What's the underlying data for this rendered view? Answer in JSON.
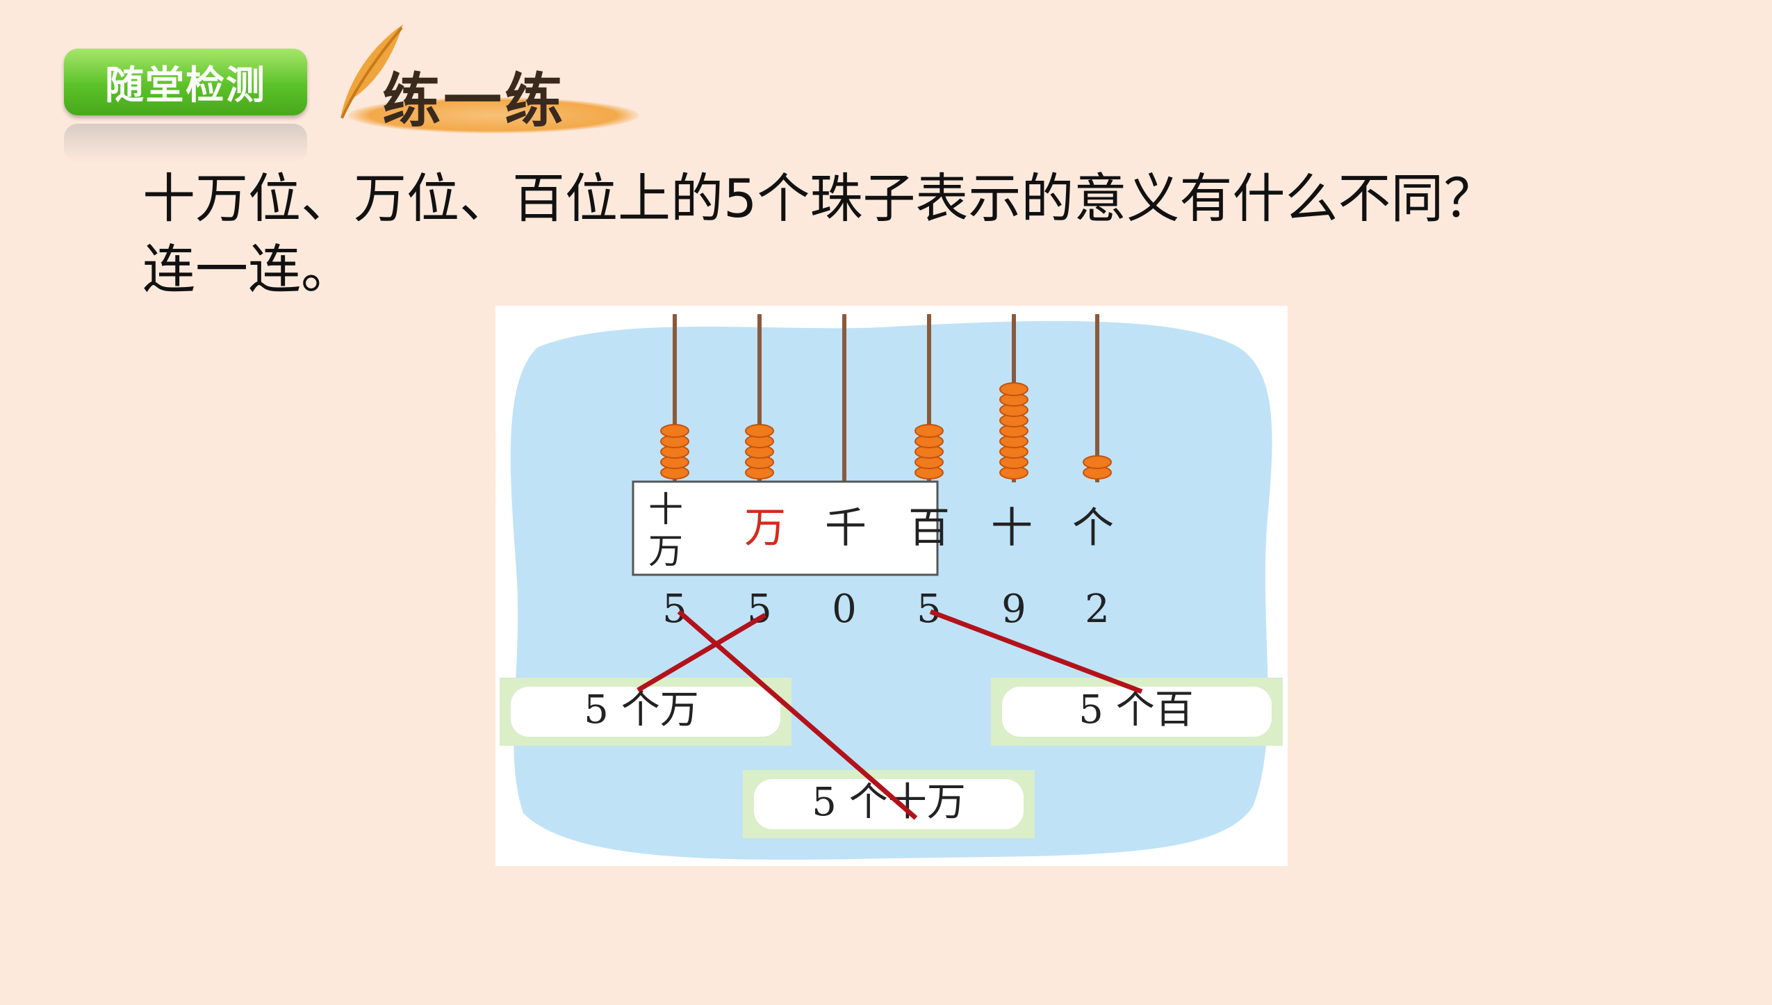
{
  "header": {
    "badge": "随堂检测",
    "title": "练一练"
  },
  "question": {
    "line1": "十万位、万位、百位上的5个珠子表示的意义有什么不同？",
    "line2": "连一连。"
  },
  "abacus": {
    "places": [
      "十万",
      "万",
      "千",
      "百",
      "十",
      "个"
    ],
    "digits": [
      "5",
      "5",
      "0",
      "5",
      "9",
      "2"
    ],
    "bead_counts": [
      5,
      5,
      0,
      5,
      9,
      2
    ],
    "highlight_place_color": "#d42a1e",
    "bead_color": "#f07a1c"
  },
  "options": {
    "wan": "5 个万",
    "bai": "5 个百",
    "shiwan": "5 个十万"
  },
  "connections": [
    {
      "from_digit": "十万",
      "to": "5 个十万"
    },
    {
      "from_digit": "万",
      "to": "5 个万"
    },
    {
      "from_digit": "百",
      "to": "5 个百"
    }
  ],
  "colors": {
    "background": "#fde9dc",
    "badge_green": "#5cc229",
    "cloud": "#bfe2f7",
    "line": "#b3121a"
  }
}
